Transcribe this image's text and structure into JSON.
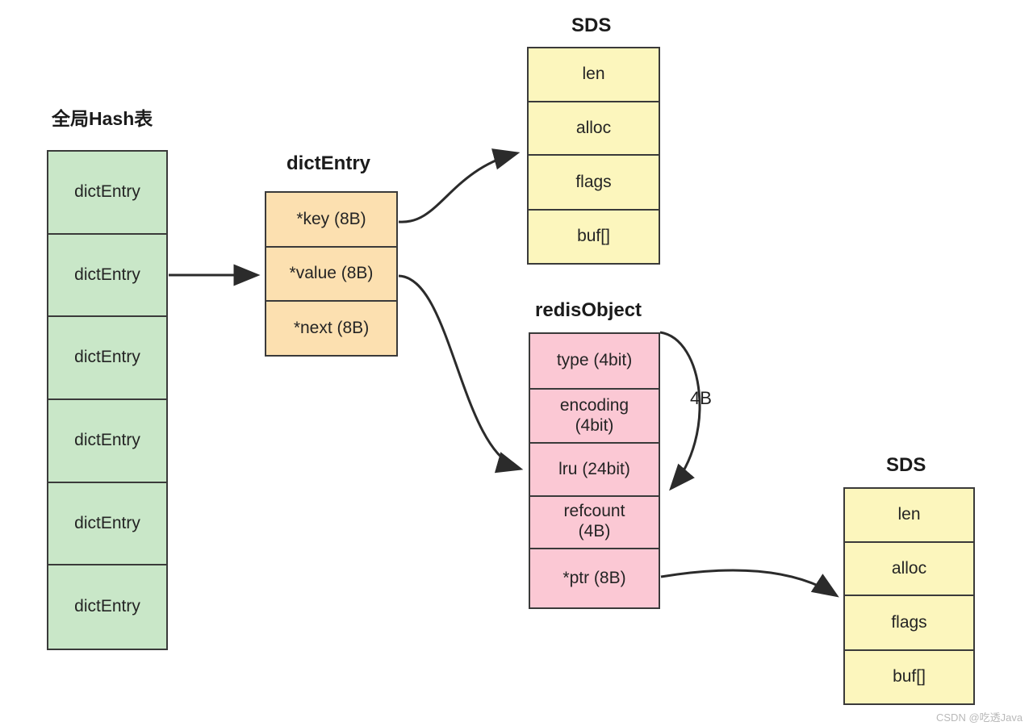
{
  "diagram": {
    "title": "Redis global hash table to dictEntry, redisObject and SDS layout",
    "background": "#ffffff"
  },
  "colors": {
    "green": "#c9e7c8",
    "orange": "#fce0b0",
    "yellow": "#fcf6bd",
    "pink": "#fbc8d4",
    "border": "#3a3a3a",
    "arrow": "#2b2b2b",
    "text": "#242424",
    "watermark": "#b9b9b9"
  },
  "hash_table": {
    "title": "全局Hash表",
    "cells": [
      {
        "label": "dictEntry"
      },
      {
        "label": "dictEntry"
      },
      {
        "label": "dictEntry"
      },
      {
        "label": "dictEntry"
      },
      {
        "label": "dictEntry"
      },
      {
        "label": "dictEntry"
      }
    ]
  },
  "dict_entry": {
    "title": "dictEntry",
    "cells": [
      {
        "label": "*key (8B)"
      },
      {
        "label": "*value (8B)"
      },
      {
        "label": "*next (8B)"
      }
    ]
  },
  "sds_top": {
    "title": "SDS",
    "cells": [
      {
        "label": "len"
      },
      {
        "label": "alloc"
      },
      {
        "label": "flags"
      },
      {
        "label": "buf[]"
      }
    ]
  },
  "redis_object": {
    "title": "redisObject",
    "cells": [
      {
        "label": "type (4bit)"
      },
      {
        "label": "encoding\n(4bit)"
      },
      {
        "label": "lru (24bit)"
      },
      {
        "label": "refcount\n(4B)"
      },
      {
        "label": "*ptr (8B)"
      }
    ]
  },
  "sds_bottom": {
    "title": "SDS",
    "cells": [
      {
        "label": "len"
      },
      {
        "label": "alloc"
      },
      {
        "label": "flags"
      },
      {
        "label": "buf[]"
      }
    ]
  },
  "annotations": {
    "four_bytes": "4B"
  },
  "watermark": {
    "text": "CSDN @吃透Java"
  }
}
